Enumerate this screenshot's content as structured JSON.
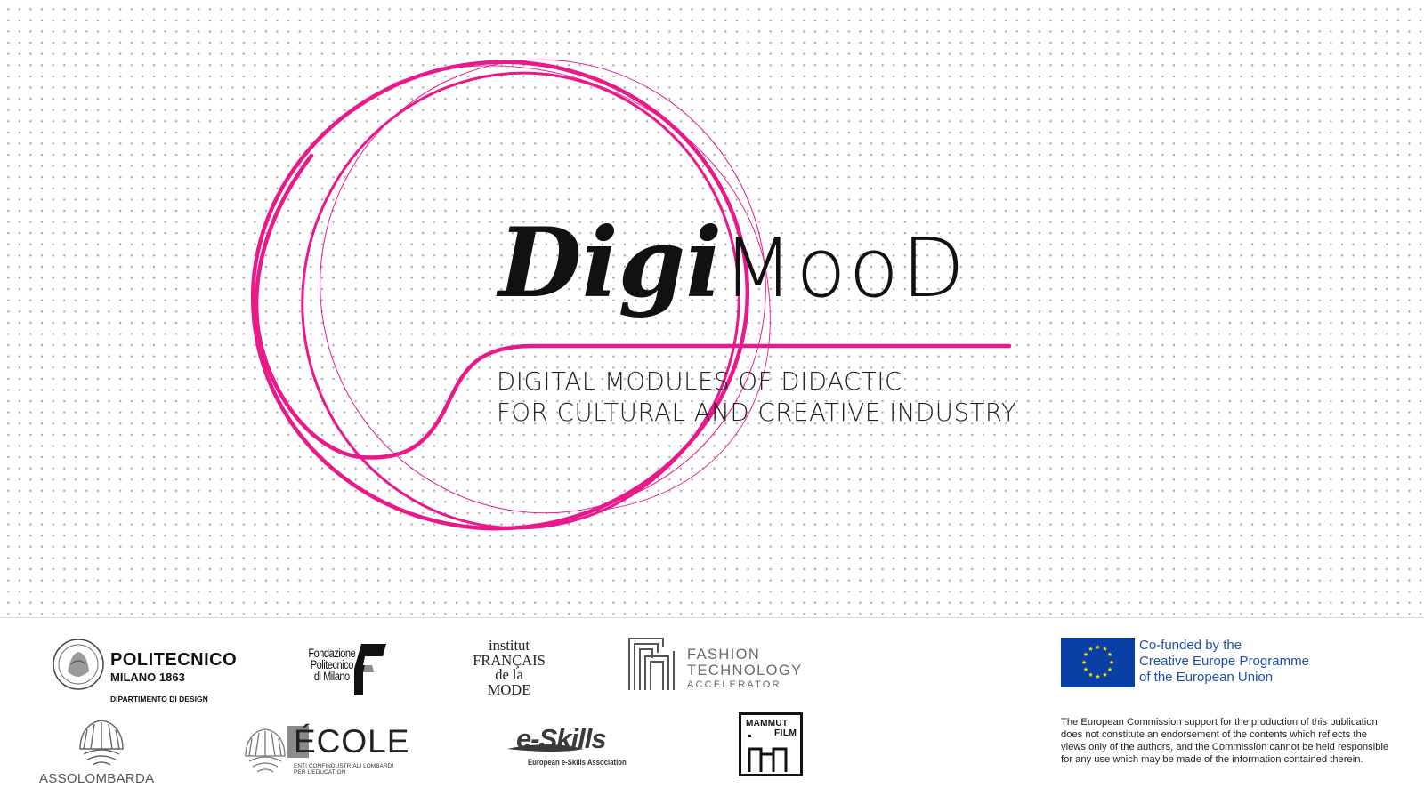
{
  "brand": {
    "name_italic": "Digi",
    "name_regular": "MooD",
    "subtitle_line1": "DIGITAL MODULES OF DIDACTIC",
    "subtitle_line2": "FOR CULTURAL AND CREATIVE INDUSTRY",
    "accent_color": "#e8198b"
  },
  "partners": {
    "polimi": {
      "name": "POLITECNICO",
      "sub": "MILANO 1863",
      "dept": "DIPARTIMENTO DI DESIGN"
    },
    "fondazione": {
      "l1": "Fondazione",
      "l2": "Politecnico",
      "l3": "di Milano"
    },
    "ifm": {
      "l1": "institut",
      "l2": "FRANÇAIS",
      "l3": "de la",
      "l4": "MODE"
    },
    "fta": {
      "l1": "FASHION",
      "l2": "TECHNOLOGY",
      "l3": "ACCELERATOR"
    },
    "assolombarda": {
      "name": "ASSOLOMBARDA"
    },
    "ecole": {
      "name": "ÉCOLE",
      "s1": "ENTI CONFINDUSTRIALI LOMBARDI",
      "s2": "PER L'EDUCATION"
    },
    "eskills": {
      "word": "e-Skills",
      "sub": "European e-Skills Association"
    },
    "mammut": {
      "t1": "MAMMUT",
      "t2": "FILM"
    }
  },
  "eu": {
    "line1": "Co-funded by the",
    "line2": "Creative Europe Programme",
    "line3": "of the European Union",
    "flag_color": "#0a3fa5",
    "star_color": "#ffdd00",
    "disclaimer": "The European Commission support for the production of this publication does not constitute an endorsement of the contents which reflects the views only of the authors, and the Commission cannot be held responsible for any use which may be made of the information contained therein."
  }
}
